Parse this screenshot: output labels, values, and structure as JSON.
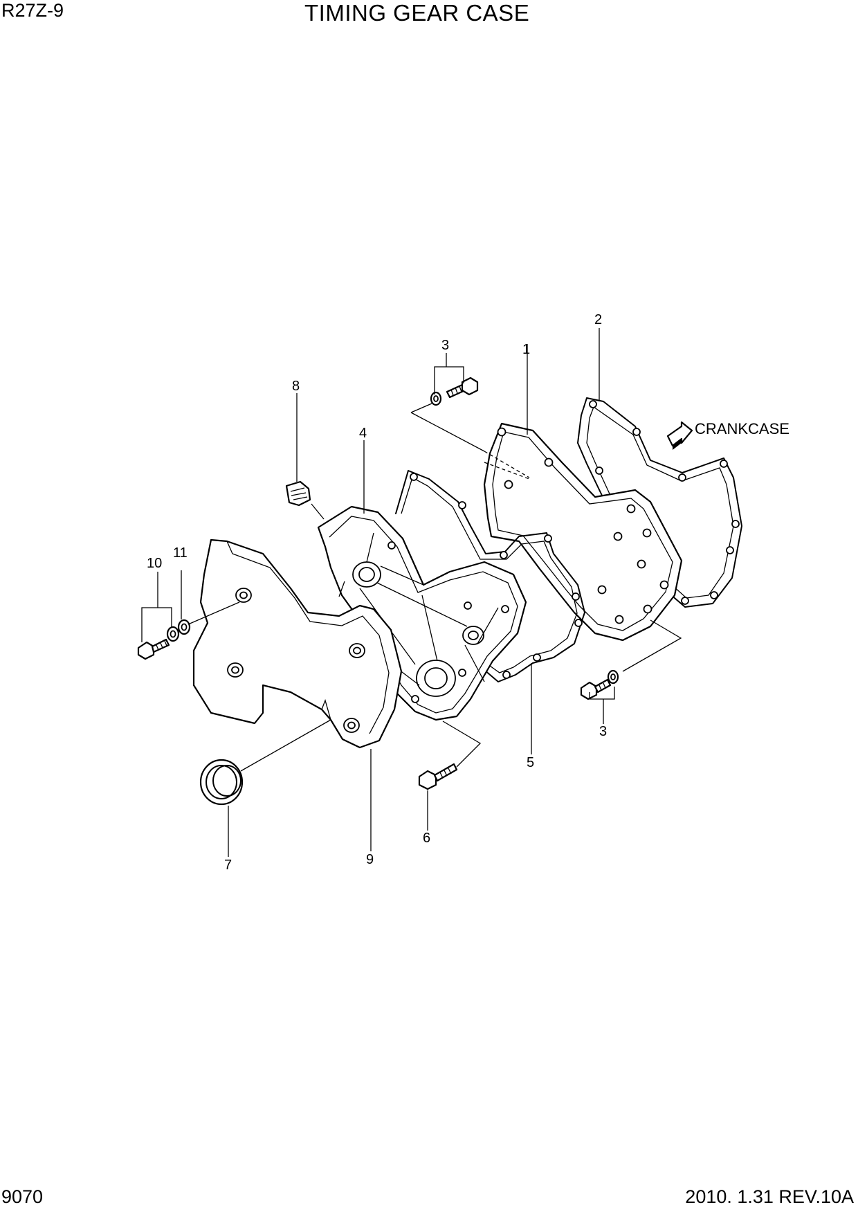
{
  "header": {
    "model": "R27Z-9",
    "title": "TIMING GEAR CASE"
  },
  "footer": {
    "page_number": "9070",
    "revision": "2010. 1.31  REV.10A"
  },
  "diagram": {
    "direction_label": "CRANKCASE",
    "callouts": {
      "c1": "1",
      "c2": "2",
      "c3a": "3",
      "c3b": "3",
      "c4": "4",
      "c5": "5",
      "c6": "6",
      "c7": "7",
      "c8": "8",
      "c9": "9",
      "c10": "10",
      "c11": "11"
    }
  }
}
